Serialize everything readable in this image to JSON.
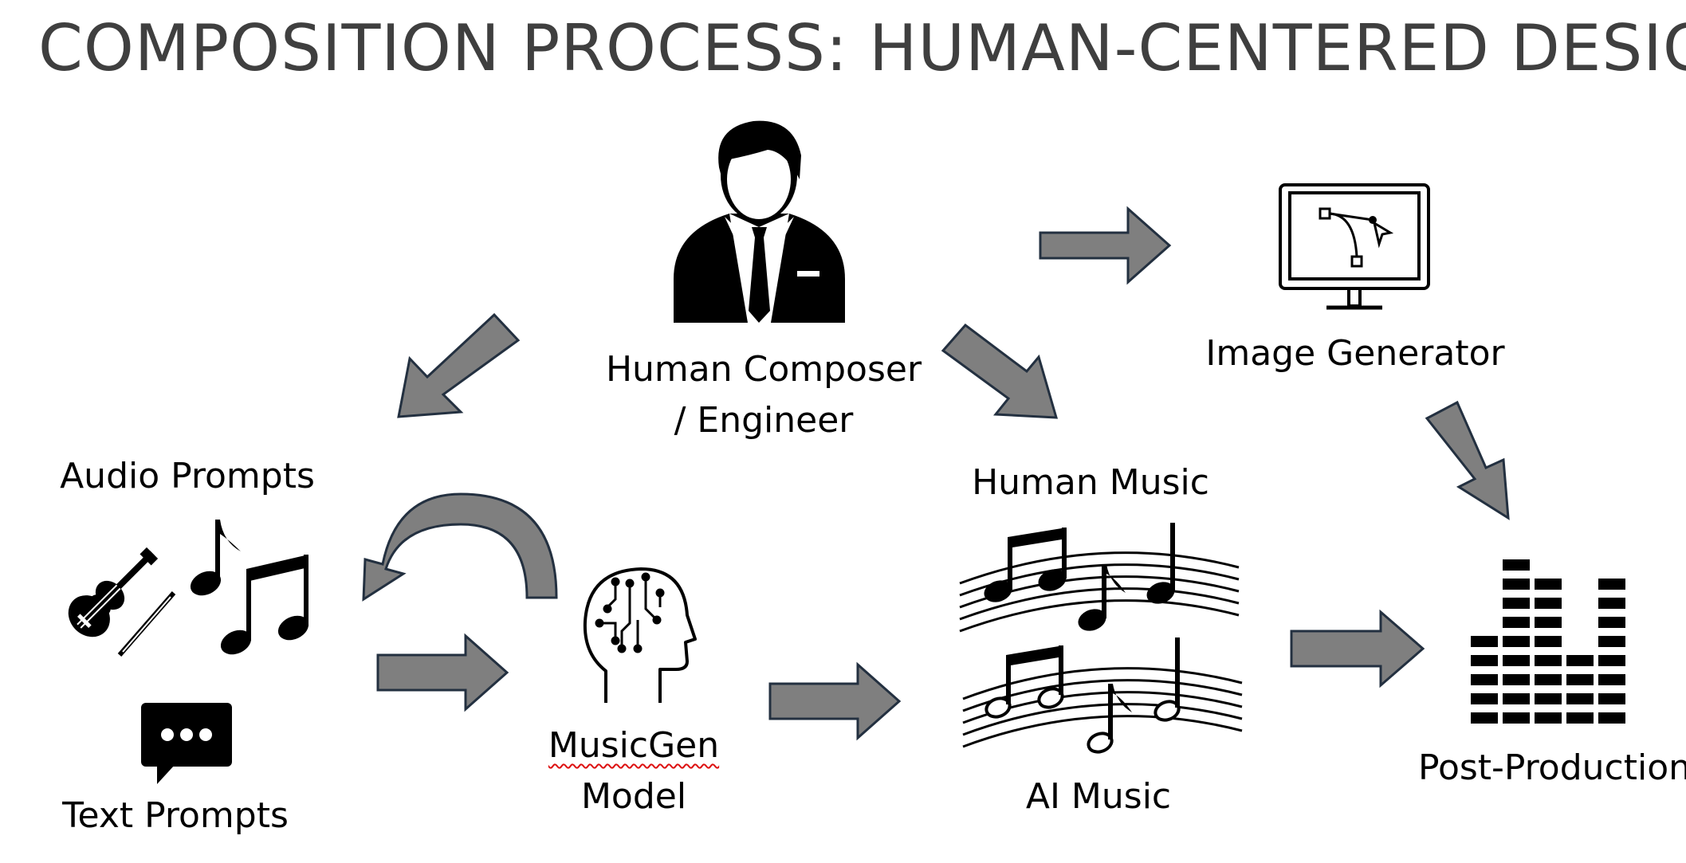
{
  "title": "COMPOSITION PROCESS: HUMAN-CENTERED DESIGN",
  "nodes": {
    "human_composer": {
      "line1": "Human Composer",
      "line2": "/ Engineer",
      "icon": "businessman-icon"
    },
    "image_generator": {
      "label": "Image Generator",
      "icon": "vector-design-monitor-icon"
    },
    "audio_prompts": {
      "label": "Audio Prompts",
      "icons": [
        "violin-icon",
        "music-notes-icon"
      ]
    },
    "text_prompts": {
      "label": "Text Prompts",
      "icon": "chat-bubble-icon"
    },
    "musicgen": {
      "line1": "MusicGen",
      "line2": "Model",
      "icon": "ai-head-icon"
    },
    "human_music": {
      "label": "Human Music",
      "icon": "sheet-music-icon"
    },
    "ai_music": {
      "label": "AI Music",
      "icon": "sheet-music-icon"
    },
    "post_production": {
      "label": "Post-Production",
      "icon": "equalizer-bars-icon"
    }
  },
  "colors": {
    "title": "#3f3f3f",
    "arrow_fill": "#7f7f7f",
    "arrow_stroke": "#233040",
    "icon": "#000000"
  }
}
